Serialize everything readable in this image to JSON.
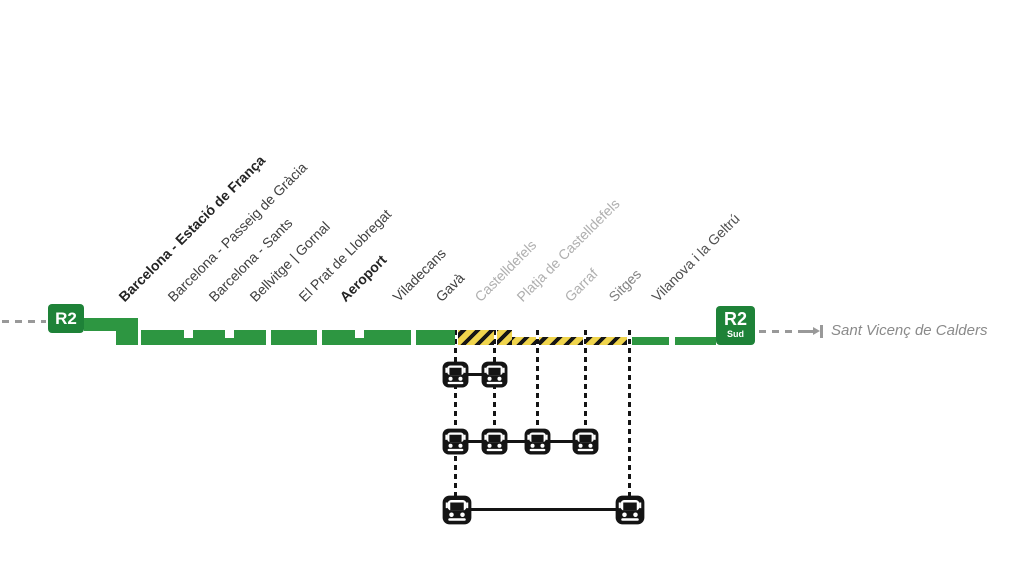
{
  "diagram": {
    "left_badge": {
      "label": "R2"
    },
    "right_badge": {
      "label": "R2",
      "sublabel": "Sud"
    },
    "continuation_label": "Sant Vicenç de Calders",
    "colors": {
      "line_green": "#2d9641",
      "badge_green": "#1e8238",
      "hazard_yellow": "#f0d54d",
      "hazard_black": "#161616",
      "dashed_gray": "#999999",
      "closed_station_gray": "#aeaeae"
    },
    "icons": {
      "bus": "bus-replacement-icon"
    }
  },
  "stations": [
    {
      "name": "Barcelona - Estació de França",
      "status": "open",
      "emphasis": "bold"
    },
    {
      "name": "Barcelona - Passeig de Gràcia",
      "status": "open",
      "emphasis": "normal"
    },
    {
      "name": "Barcelona - Sants",
      "status": "open",
      "emphasis": "normal"
    },
    {
      "name": "Bellvitge | Gornal",
      "status": "open",
      "emphasis": "normal"
    },
    {
      "name": "El Prat de Llobregat",
      "status": "open",
      "emphasis": "normal"
    },
    {
      "name": "Aeroport",
      "status": "open",
      "emphasis": "bold"
    },
    {
      "name": "Viladecans",
      "status": "open",
      "emphasis": "normal"
    },
    {
      "name": "Gavà",
      "status": "open",
      "emphasis": "normal"
    },
    {
      "name": "Castelldefels",
      "status": "closed-section",
      "emphasis": "normal"
    },
    {
      "name": "Platja de Castelldefels",
      "status": "closed-section",
      "emphasis": "normal"
    },
    {
      "name": "Garraf",
      "status": "closed-section",
      "emphasis": "normal"
    },
    {
      "name": "Sitges",
      "status": "closed-section-end",
      "emphasis": "normal"
    },
    {
      "name": "Vilanova i la Geltrú",
      "status": "open",
      "emphasis": "normal"
    }
  ],
  "closed_section": {
    "from": "Gavà",
    "to": "Sitges",
    "style": "hazard-stripes"
  },
  "bus_replacement": {
    "routes": [
      {
        "stops": [
          "Gavà",
          "Castelldefels"
        ]
      },
      {
        "stops": [
          "Gavà",
          "Castelldefels",
          "Platja de Castelldefels",
          "Garraf"
        ]
      },
      {
        "stops": [
          "Gavà",
          "Sitges"
        ]
      }
    ]
  }
}
